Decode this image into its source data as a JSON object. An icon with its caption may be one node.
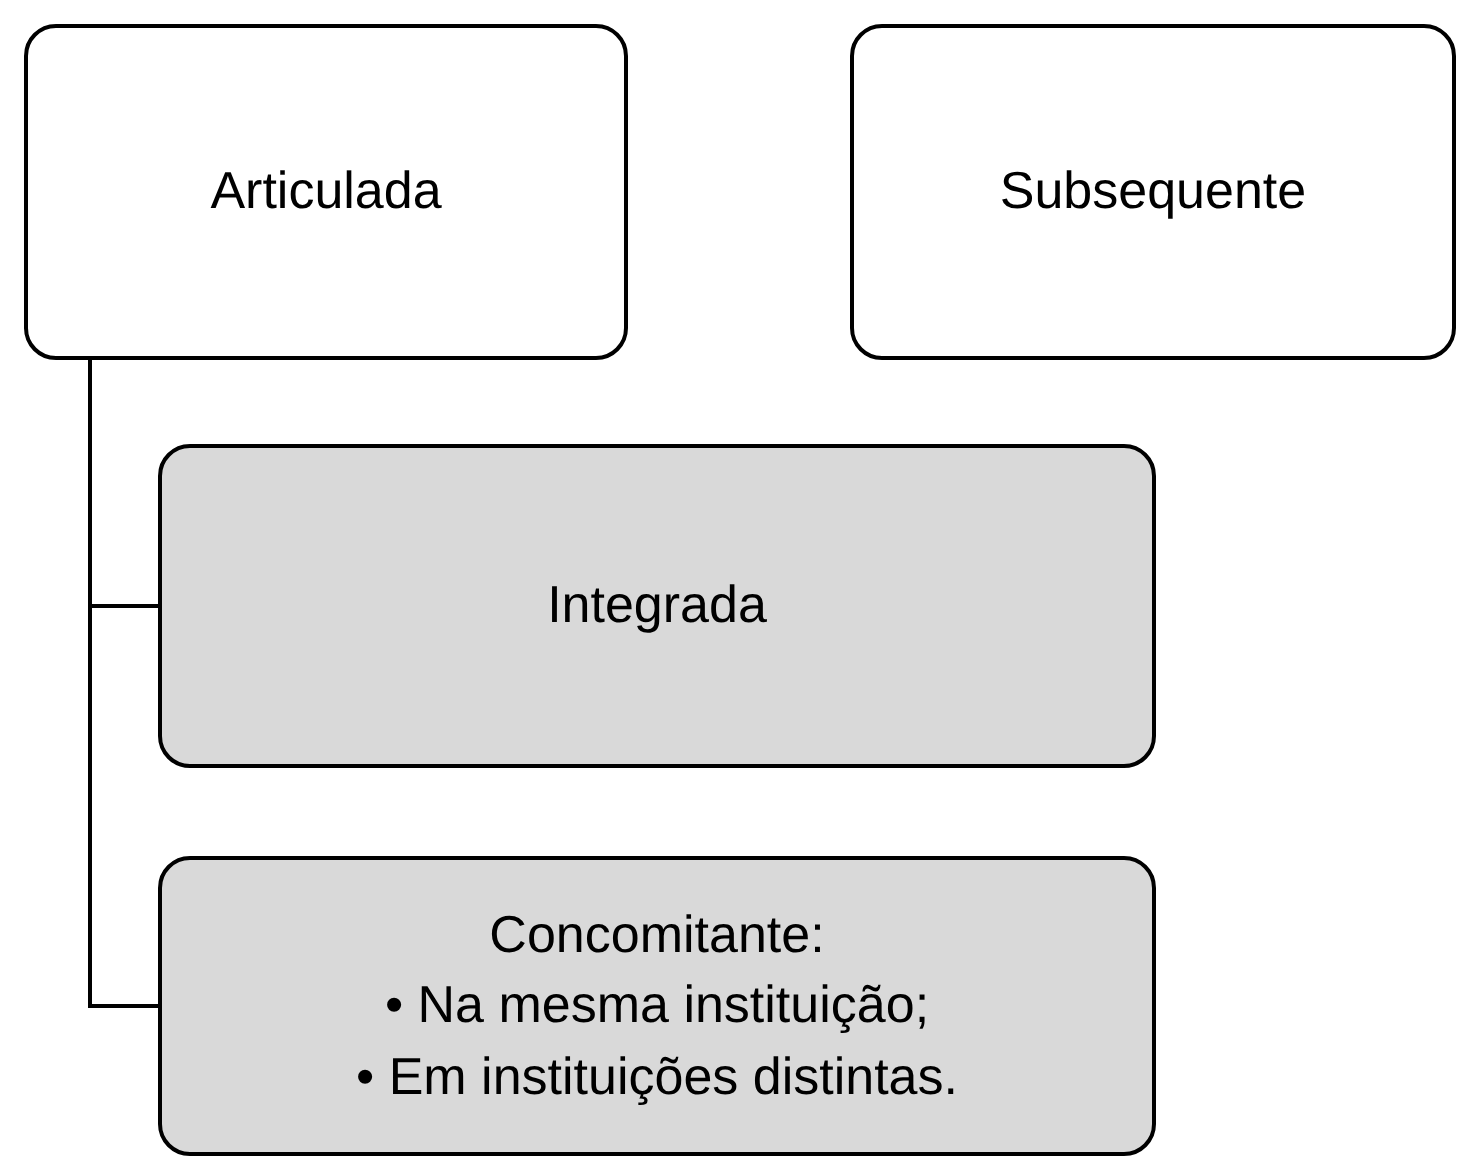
{
  "diagram": {
    "nodes": [
      {
        "text": [
          "Articulada"
        ]
      },
      {
        "text": [
          "Subsequente"
        ]
      },
      {
        "text": [
          "Integrada"
        ]
      },
      {
        "text": [
          "Concomitante:",
          "• Na mesma instituição;",
          "• Em instituições distintas."
        ]
      }
    ],
    "edges": [
      {
        "from": 0,
        "to": 2,
        "arrow": "none"
      },
      {
        "from": 0,
        "to": 3,
        "arrow": "none"
      }
    ]
  }
}
